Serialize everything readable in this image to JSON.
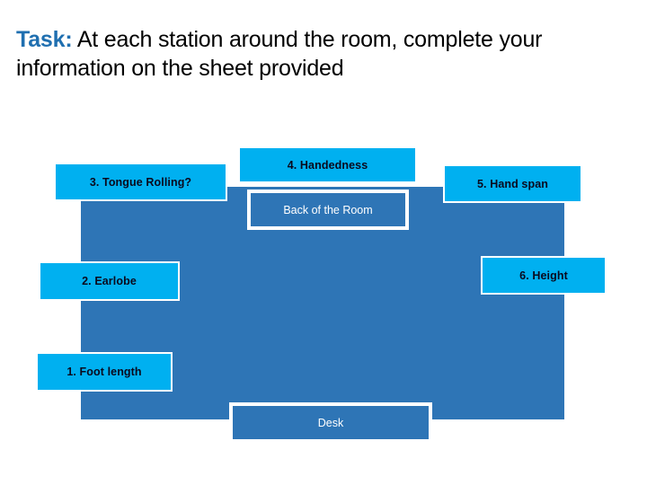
{
  "slide": {
    "heading": {
      "emphasis": "Task:",
      "body": " At each station around the room, complete your information on the sheet provided",
      "emphasis_color": "#1F6FB0",
      "body_color": "#000000"
    },
    "diagram": {
      "name": "classroom-station-map",
      "room": {
        "label": "room-area",
        "color": "#2E75B6"
      },
      "station_color": "#00B0F0",
      "stations": [
        {
          "id": "station-1",
          "label": "1. Foot length"
        },
        {
          "id": "station-2",
          "label": "2. Earlobe"
        },
        {
          "id": "station-3",
          "label": "3. Tongue Rolling?"
        },
        {
          "id": "station-4",
          "label": "4. Handedness"
        },
        {
          "id": "station-5",
          "label": "5. Hand span"
        },
        {
          "id": "station-6",
          "label": "6. Height"
        }
      ],
      "room_labels": [
        {
          "id": "label-back",
          "label": "Back of the Room"
        },
        {
          "id": "label-desk",
          "label": "Desk"
        }
      ]
    }
  }
}
